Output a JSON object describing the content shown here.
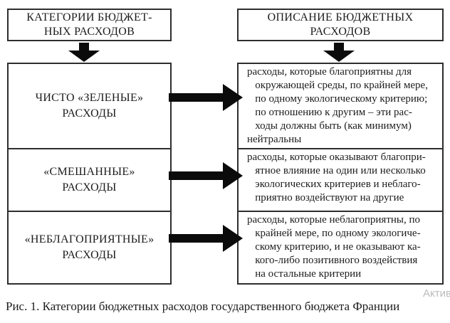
{
  "colors": {
    "ink": "#1c1c1c",
    "border": "#2e2e2e",
    "arrow": "#0b0b0b",
    "watermark": "#bcbcbc",
    "background": "#ffffff"
  },
  "figure": {
    "left_header": [
      "КАТЕГОРИИ БЮДЖЕТ-",
      "НЫХ РАСХОДОВ"
    ],
    "right_header": [
      "ОПИСАНИЕ БЮДЖЕТНЫХ",
      "РАСХОДОВ"
    ],
    "rows": [
      {
        "category": [
          "ЧИСТО «ЗЕЛЕНЫЕ»",
          "РАСХОДЫ"
        ],
        "description": [
          "расходы, которые благоприятны для",
          "   окружающей среды, по крайней мере,",
          "   по одному экологическому критерию;",
          "   по отношению к другим – эти рас-",
          "   ходы должны быть (как минимум)",
          "нейтральны"
        ]
      },
      {
        "category": [
          "«СМЕШАННЫЕ»",
          "РАСХОДЫ"
        ],
        "description": [
          "расходы, которые оказывают благопри-",
          "   ятное влияние на один или несколько",
          "   экологических критериев и неблаго-",
          "   приятно воздействуют на другие"
        ]
      },
      {
        "category": [
          "«НЕБЛАГОПРИЯТНЫЕ»",
          "РАСХОДЫ"
        ],
        "description": [
          "расходы, которые неблагоприятны, по",
          "   крайней мере, по одному экологиче-",
          "   скому критерию, и не оказывают ка-",
          "   кого-либо позитивного воздействия",
          "   на остальные критерии"
        ]
      }
    ],
    "caption": "Рис. 1. Категории бюджетных расходов государственного бюджета Франции",
    "watermark": "Актив"
  },
  "icons": {
    "down_arrow": "thick-down-arrow",
    "right_arrow": "thick-right-arrow"
  }
}
